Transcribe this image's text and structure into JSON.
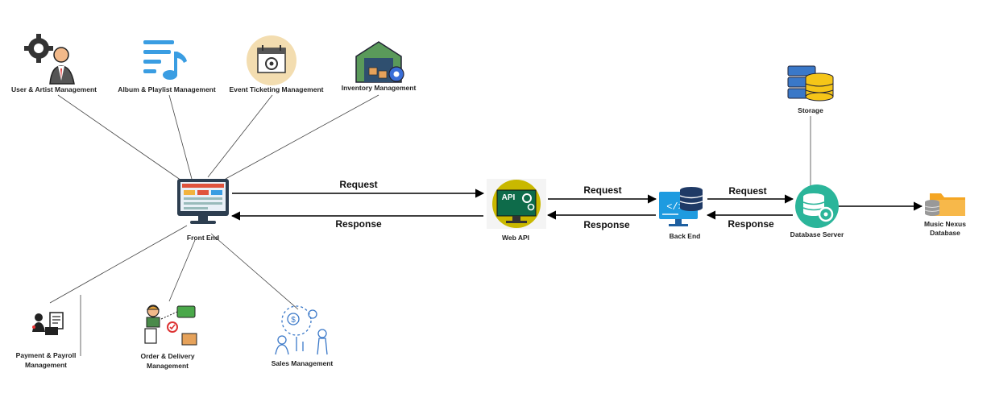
{
  "modules": {
    "user_artist": "User & Artist Management",
    "album_playlist": "Album & Playlist Management",
    "event_ticketing": "Event Ticketing Management",
    "inventory": "Inventory Management",
    "payment_payroll_l1": "Payment & Payroll",
    "payment_payroll_l2": "Management",
    "order_delivery_l1": "Order & Delivery",
    "order_delivery_l2": "Management",
    "sales": "Sales Management"
  },
  "nodes": {
    "front_end": "Front End",
    "web_api": "Web API",
    "api_badge": "API",
    "back_end": "Back End",
    "database_server": "Database Server",
    "storage": "Storage",
    "db_l1": "Music Nexus",
    "db_l2": "Database"
  },
  "arrows": {
    "req1": "Request",
    "res1": "Response",
    "req2": "Request",
    "res2": "Response",
    "req3": "Request",
    "res3": "Response"
  },
  "colors": {
    "api_yellow": "#c9b800",
    "backend_blue": "#1e9be0",
    "server_green": "#2bb59a",
    "folder_orange": "#f5a623",
    "db_yellow": "#f5c518",
    "event_bg": "#f3ddb0"
  }
}
